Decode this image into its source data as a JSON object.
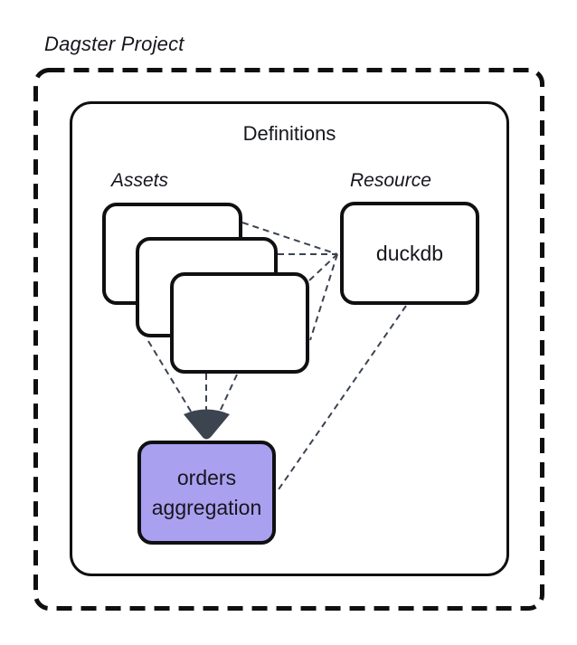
{
  "title": "Dagster Project",
  "definitions": {
    "label": "Definitions"
  },
  "groups": {
    "assets_label": "Assets",
    "resource_label": "Resource"
  },
  "nodes": {
    "resource": {
      "label": "duckdb"
    },
    "aggregation": {
      "label": "orders aggregation"
    },
    "asset_cards_count": 3
  },
  "edges": [
    {
      "from": "asset-card-1",
      "to": "duckdb"
    },
    {
      "from": "asset-card-2",
      "to": "duckdb"
    },
    {
      "from": "asset-card-3",
      "to": "duckdb"
    },
    {
      "from": "asset-card-1",
      "to": "orders aggregation"
    },
    {
      "from": "asset-card-2",
      "to": "orders aggregation"
    },
    {
      "from": "asset-card-3",
      "to": "orders aggregation"
    },
    {
      "from": "duckdb",
      "to": "orders aggregation"
    }
  ],
  "colors": {
    "background": "#ffffff",
    "aggregation_fill": "#aaa0f0",
    "connector": "#3b4351",
    "arrowhead": "#3c4450",
    "box_border": "#101013",
    "outer_border": "#0f0f12",
    "text": "#14161c"
  }
}
